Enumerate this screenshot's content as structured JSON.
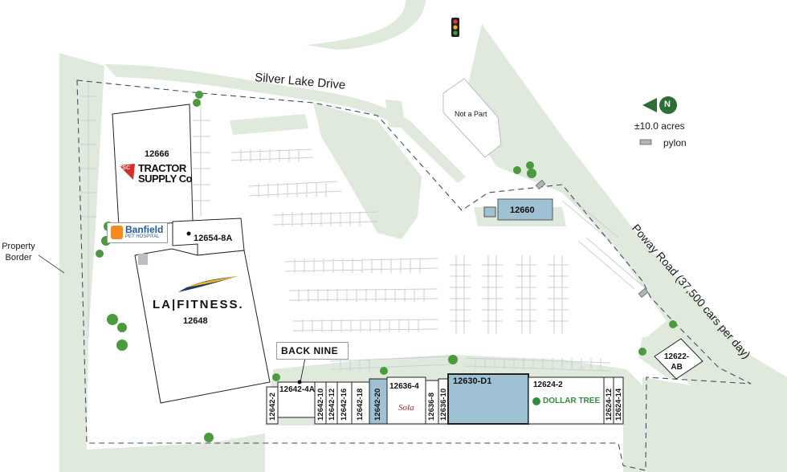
{
  "roads": {
    "silver_lake": "Silver Lake Drive",
    "poway": "Poway Road (37,500 cars per day)"
  },
  "legend": {
    "north": "N",
    "acres": "±10.0 acres",
    "pylon": "pylon"
  },
  "labels": {
    "property_border": [
      "Property",
      "Border"
    ],
    "not_a_part": "Not a Part"
  },
  "tenants": {
    "tractor_supply": {
      "unit": "12666",
      "logo_line1": "TRACTOR",
      "logo_line2": "SUPPLY Co",
      "badge": "TSC"
    },
    "banfield": {
      "name": "Banfield",
      "sub": "PET HOSPITAL"
    },
    "unit_12654": "12654-8A",
    "la_fitness": {
      "name": "LA|FITNESS.",
      "unit": "12648"
    },
    "back_nine": "BACK NINE",
    "pad_12660": "12660",
    "pad_12622": [
      "12622-",
      "AB"
    ],
    "unit_12642_4a": "12642-4A",
    "unit_12636_4": "12636-4",
    "sola": "Sola",
    "unit_12630": "12630-D1",
    "unit_12624_2": "12624-2",
    "dollar_tree": "DOLLAR TREE",
    "vertical_units": [
      "12642-2",
      "12642-10",
      "12642-12",
      "12642-16",
      "12642-18",
      "12642-20",
      "12636-8",
      "12636-10",
      "12624-12",
      "12624-14"
    ]
  },
  "colors": {
    "green_area": "#dfe9dc",
    "tree": "#4c9a3e",
    "highlight_unit": "#9fc1d4",
    "tsc_red": "#d72a2a",
    "la_blue": "#1b3a6b",
    "la_yellow": "#f2b31a",
    "banfield_orange": "#f28c1e",
    "banfield_blue": "#1f5aa6",
    "dollar_green": "#2f8d3b"
  }
}
